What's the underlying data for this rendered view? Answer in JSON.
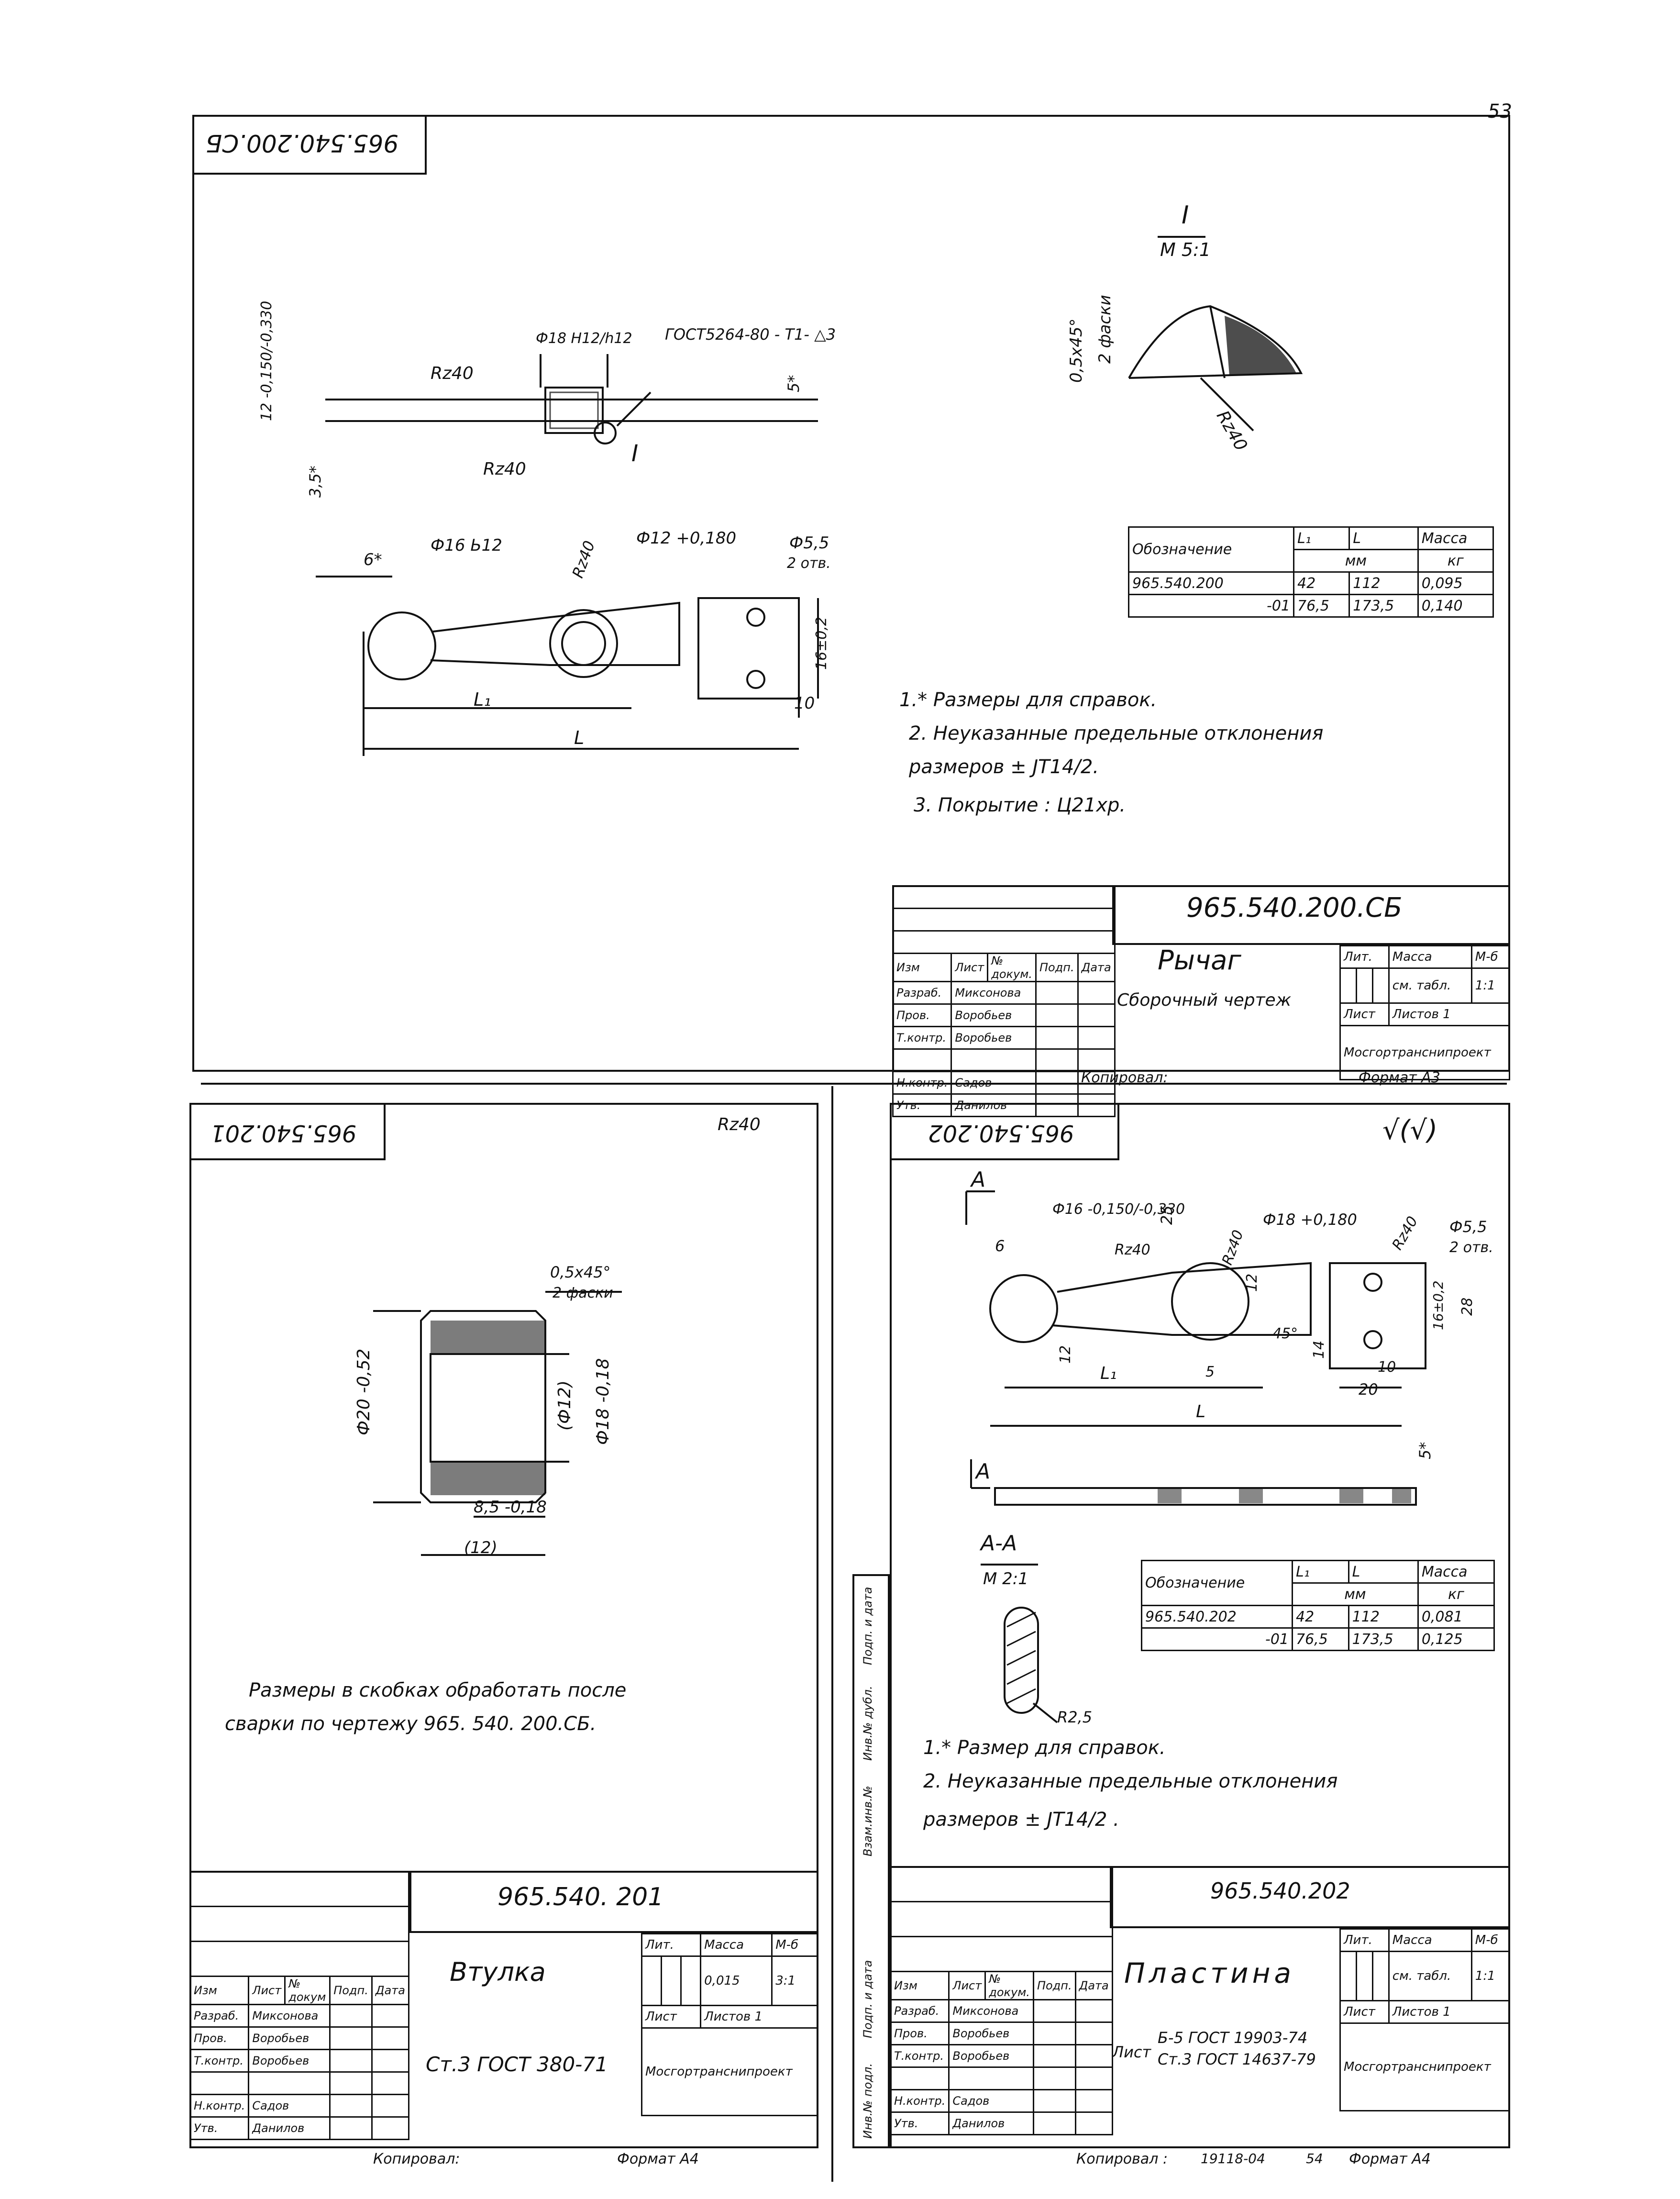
{
  "page_number": "53",
  "sheet1": {
    "stamp_code": "965.540.200.СБ",
    "view_label": "I",
    "view_scale": "М 5:1",
    "chamfer_note": "0,5х45°",
    "chamfer_note2": "2 фаски",
    "weld_note": "ГОСТ5264-80 - Т1- △3",
    "rough_1": "Rz40",
    "rough_2": "Rz40",
    "rough_3": "Rz40",
    "rough_4": "Rz40",
    "dim_h12": "Ф18 H12/h12",
    "dim_12": "12 -0,150/-0,330",
    "dim_35": "3,5*",
    "dim_5": "5*",
    "dim_6": "6*",
    "dim_f16": "Ф16 Ь12",
    "dim_f12": "Ф12 +0,180",
    "dim_f55": "Ф5,5",
    "dim_2otv": "2 отв.",
    "dim_16": "16±0,2",
    "dim_10": "10",
    "dim_L1": "L₁",
    "dim_L": "L",
    "section_label": "I",
    "table": {
      "col_h": [
        "Обозначение",
        "L₁",
        "L",
        "Масса"
      ],
      "units": [
        "мм",
        "кг"
      ],
      "rows": [
        [
          "965.540.200",
          "42",
          "112",
          "0,095"
        ],
        [
          "-01",
          "76,5",
          "173,5",
          "0,140"
        ]
      ]
    },
    "notes": [
      "1.* Размеры для справок.",
      "2. Неуказанные предельные отклонения",
      "размеров ± JT14/2.",
      "3. Покрытие : Ц21хр."
    ],
    "title_block": {
      "code": "965.540.200.СБ",
      "name": "Рычаг",
      "subname": "Сборочный чертеж",
      "lit": "Лит.",
      "massa": "Масса",
      "scale_h": "М-б",
      "massa_val": "см. табл.",
      "scale_val": "1:1",
      "sheet": "Лист",
      "sheets": "Листов 1",
      "org": "Мосгортранснипроект",
      "rows": [
        [
          "Изм",
          "Лист",
          "№ докум.",
          "Подп.",
          "Дата"
        ],
        [
          "Разраб.",
          "Миксонова",
          "",
          "",
          ""
        ],
        [
          "Пров.",
          "Воробьев",
          "",
          "",
          ""
        ],
        [
          "Т.контр.",
          "Воробьев",
          "",
          "",
          ""
        ],
        [
          "",
          "",
          "",
          "",
          ""
        ],
        [
          "Н.контр.",
          "Садов",
          "",
          "",
          ""
        ],
        [
          "Утв.",
          "Данилов",
          "",
          "",
          ""
        ]
      ],
      "copied": "Копировал:",
      "format": "Формат А3"
    }
  },
  "sheet2": {
    "stamp_code": "965.540.201",
    "rough": "Rz40",
    "chamfer": "0,5х45°",
    "chamfer2": "2 фаски",
    "dim_f20": "Ф20 -0,52",
    "dim_f12": "(Ф12)",
    "dim_f18": "Ф18 -0,18",
    "dim_85": "8,5 -0,18",
    "dim_12": "(12)",
    "note1": "Размеры в скобках обработать после",
    "note2": "сварки по чертежу 965. 540. 200.СБ.",
    "title_block": {
      "code": "965.540. 201",
      "name": "Втулка",
      "material": "Ст.3 ГОСТ 380-71",
      "lit": "Лит.",
      "massa": "Масса",
      "scale_h": "М-б",
      "massa_val": "0,015",
      "scale_val": "3:1",
      "sheet": "Лист",
      "sheets": "Листов 1",
      "org": "Мосгортранснипроект",
      "rows": [
        [
          "Изм",
          "Лист",
          "№ докум",
          "Подп.",
          "Дата"
        ],
        [
          "Разраб.",
          "Миксонова",
          "",
          "",
          ""
        ],
        [
          "Пров.",
          "Воробьев",
          "",
          "",
          ""
        ],
        [
          "Т.контр.",
          "Воробьев",
          "",
          "",
          ""
        ],
        [
          "",
          "",
          "",
          "",
          ""
        ],
        [
          "Н.контр.",
          "Садов",
          "",
          "",
          ""
        ],
        [
          "Утв.",
          "Данилов",
          "",
          "",
          ""
        ]
      ],
      "copied": "Копировал:",
      "format": "Формат А4"
    }
  },
  "sheet3": {
    "stamp_code": "965.540.202",
    "rough": "√(√)",
    "view_A": "А",
    "view_A2": "А",
    "dim_f16": "Ф16 -0,150/-0,330",
    "dim_25": "25",
    "dim_rz": "Rz40",
    "dim_f18": "Ф18 +0,180",
    "dim_f55": "Ф5,5",
    "dim_2otv": "2 отв.",
    "dim_6": "6",
    "dim_12a": "12",
    "dim_12b": "12",
    "dim_14": "14",
    "dim_45": "45°",
    "dim_16": "16±0,2",
    "dim_28": "28",
    "dim_10": "10",
    "dim_20": "20",
    "dim_5": "5",
    "dim_L1": "L₁",
    "dim_L": "L",
    "dim_5star": "5*",
    "rough2": "Rz40",
    "rough3": "Rz40",
    "section": "А-А",
    "section_scale": "М 2:1",
    "r25": "R2,5",
    "side_cells": [
      "Инв.№ подл.",
      "Подп. и дата",
      "Взам.инв.№",
      "Инв.№ дубл.",
      "Подп. и дата"
    ],
    "table": {
      "col_h": [
        "Обозначение",
        "L₁",
        "L",
        "Масса"
      ],
      "units": [
        "мм",
        "кг"
      ],
      "rows": [
        [
          "965.540.202",
          "42",
          "112",
          "0,081"
        ],
        [
          "-01",
          "76,5",
          "173,5",
          "0,125"
        ]
      ]
    },
    "notes": [
      "1.* Размер для справок.",
      "2. Неуказанные предельные отклонения",
      "размеров ± JT14/2 ."
    ],
    "title_block": {
      "code": "965.540.202",
      "name": "Пластина",
      "mat1": "Б-5 ГОСТ 19903-74",
      "mat_pre": "Лист",
      "mat2": "Ст.3 ГОСТ 14637-79",
      "lit": "Лит.",
      "massa": "Масса",
      "scale_h": "М-б",
      "massa_val": "см. табл.",
      "scale_val": "1:1",
      "sheet": "Лист",
      "sheets": "Листов 1",
      "org": "Мосгортранснипроект",
      "rows": [
        [
          "Изм",
          "Лист",
          "№ докум.",
          "Подп.",
          "Дата"
        ],
        [
          "Разраб.",
          "Миксонова",
          "",
          "",
          ""
        ],
        [
          "Пров.",
          "Воробьев",
          "",
          "",
          ""
        ],
        [
          "Т.контр.",
          "Воробьев",
          "",
          "",
          ""
        ],
        [
          "",
          "",
          "",
          "",
          ""
        ],
        [
          "Н.контр.",
          "Садов",
          "",
          "",
          ""
        ],
        [
          "Утв.",
          "Данилов",
          "",
          "",
          ""
        ]
      ],
      "copied": "Копировал :",
      "copy_no": "19118-04",
      "copy_pg": "54",
      "format": "Формат А4"
    }
  }
}
